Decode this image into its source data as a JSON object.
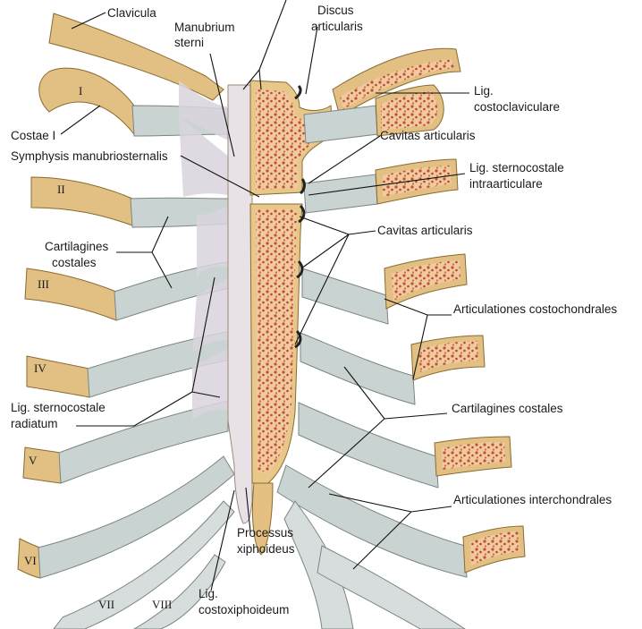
{
  "labels": {
    "clavicula": "Clavicula",
    "manubrium_sterni_1": "Manubrium",
    "manubrium_sterni_2": "sterni",
    "discus_articularis_1": "Discus",
    "discus_articularis_2": "articularis",
    "lig_costoclaviculare_1": "Lig.",
    "lig_costoclaviculare_2": "costoclaviculare",
    "costae_1": "Costae I",
    "cavitas_articularis_top": "Cavitas articularis",
    "symphysis": "Symphysis manubriosternalis",
    "lig_sternocostale_intra_1": "Lig. sternocostale",
    "lig_sternocostale_intra_2": "intraarticulare",
    "cavitas_articularis_mid": "Cavitas articularis",
    "cartilagines_left_1": "Cartilagines",
    "cartilagines_left_2": "costales",
    "articulationes_costochondrales": "Articulationes costochondrales",
    "lig_sternocostale_radiatum_1": "Lig. sternocostale",
    "lig_sternocostale_radiatum_2": "radiatum",
    "cartilagines_right": "Cartilagines costales",
    "articulationes_interchondrales": "Articulationes interchondrales",
    "processus_xiphoideus_1": "Processus",
    "processus_xiphoideus_2": "xiphoideus",
    "lig_costoxiphoideum_1": "Lig.",
    "lig_costoxiphoideum_2": "costoxiphoideum"
  },
  "rib_numerals": {
    "r1": "I",
    "r2": "II",
    "r3": "III",
    "r4": "IV",
    "r5": "V",
    "r6": "VI",
    "r7": "VII",
    "r8": "VIII"
  },
  "colors": {
    "bone": "#e2c083",
    "cartilage": "#c9d3d1",
    "marrow": "#c96a3a",
    "ligament": "#d9d3dd"
  }
}
